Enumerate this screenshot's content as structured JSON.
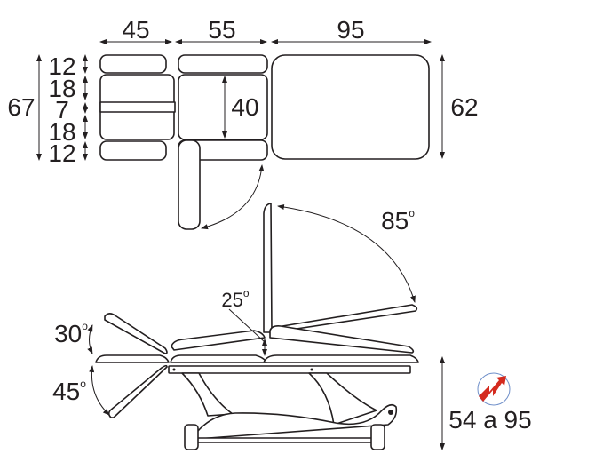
{
  "top_view": {
    "widths": {
      "head": "45",
      "middle": "55",
      "leg": "95"
    },
    "heights": {
      "total": "67",
      "segments": [
        "12",
        "18",
        "7",
        "18",
        "12"
      ],
      "middle_center": "40",
      "leg": "62"
    }
  },
  "side_view": {
    "angles": {
      "backrest": "85",
      "leg_tilt": "25",
      "head_up": "30",
      "head_down": "45"
    },
    "degree_symbol": "o",
    "height_range": "54 a 95"
  },
  "colors": {
    "line": "#231f20",
    "logo_red": "#d42a1e",
    "logo_ring": "#6f8fc9"
  }
}
